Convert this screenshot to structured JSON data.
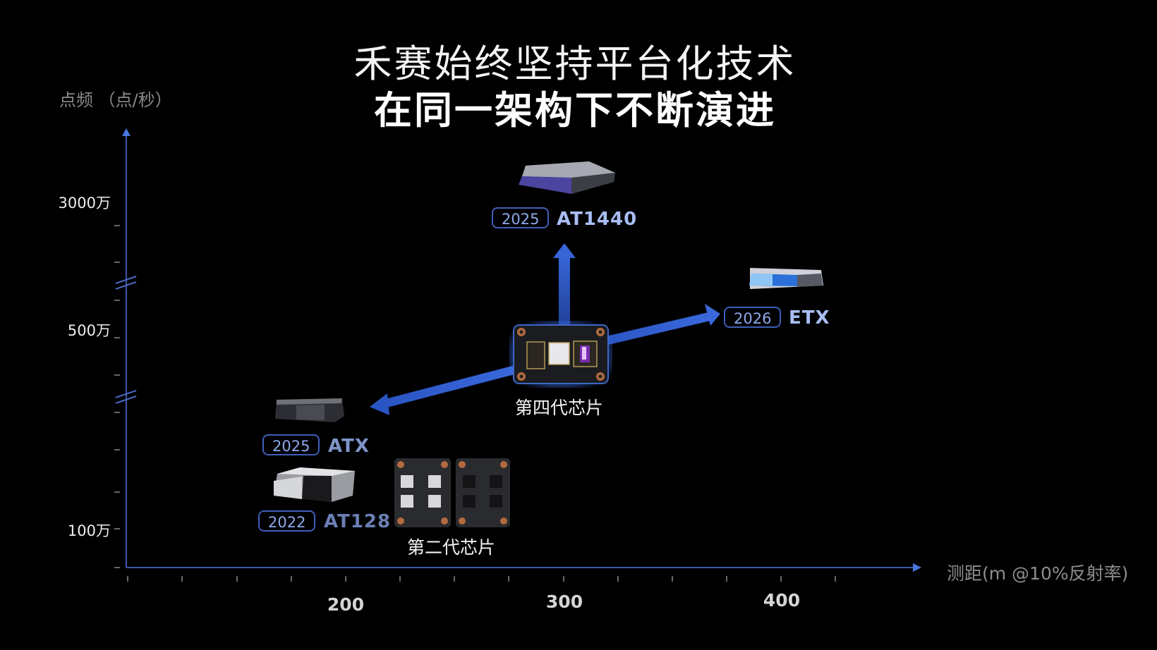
{
  "title": {
    "line1": "禾赛始终坚持平台化技术",
    "line2": "在同一架构下不断演进"
  },
  "axes": {
    "y_label": "点频 （点/秒）",
    "x_label": "测距(m @10%反射率)",
    "y_ticks": [
      "3000万",
      "500万",
      "100万"
    ],
    "x_ticks": [
      "200",
      "300",
      "400"
    ],
    "axis_color": "#3d57a6",
    "arrow_color": "#4a78e0"
  },
  "products": [
    {
      "year": "2025",
      "name": "AT1440",
      "name_color": "#a9bdf5"
    },
    {
      "year": "2026",
      "name": "ETX",
      "name_color": "#a9bdf5"
    },
    {
      "year": "2025",
      "name": "ATX",
      "name_color": "#7f95c9"
    },
    {
      "year": "2022",
      "name": "AT128",
      "name_color": "#6a7fb3"
    }
  ],
  "chips": {
    "gen4": "第四代芯片",
    "gen2": "第二代芯片"
  },
  "colors": {
    "background": "#000000",
    "badge_border": "#3f5fb8",
    "badge_text": "#8ea8ec",
    "evolution_arrow": "#2f5bc6"
  },
  "chart_data": {
    "type": "scatter",
    "title": "禾赛始终坚持平台化技术 在同一架构下不断演进",
    "xlabel": "测距(m @10%反射率)",
    "ylabel": "点频 （点/秒）",
    "x_ticks": [
      200,
      300,
      400
    ],
    "y_ticks": [
      "100万",
      "500万",
      "3000万"
    ],
    "y_axis_breaks": 2,
    "points": [
      {
        "label": "AT128",
        "year": 2022,
        "range_m": 200,
        "points_per_sec": "~150万"
      },
      {
        "label": "ATX",
        "year": 2025,
        "range_m": 200,
        "points_per_sec": "~250万"
      },
      {
        "label": "第四代芯片",
        "range_m": 300,
        "points_per_sec": "~500万"
      },
      {
        "label": "AT1440",
        "year": 2025,
        "range_m": 300,
        "points_per_sec": "~3000万+"
      },
      {
        "label": "ETX",
        "year": 2026,
        "range_m": 400,
        "points_per_sec": "~1000万"
      }
    ],
    "annotations": [
      "第二代芯片",
      "第四代芯片"
    ],
    "grid": false
  }
}
